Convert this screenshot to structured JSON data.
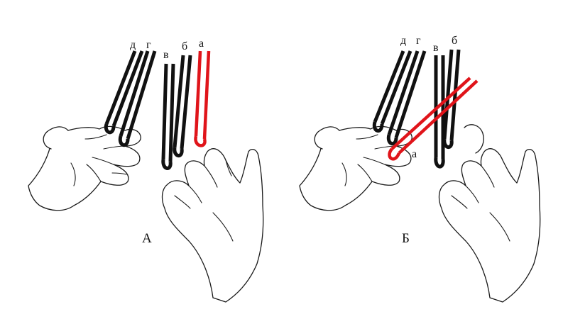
{
  "colors": {
    "strand": "#111111",
    "highlight": "#e0141a",
    "outline": "#1a1a1a",
    "background": "#ffffff"
  },
  "panels": [
    {
      "caption": "А",
      "labels": {
        "d": "д",
        "g": "г",
        "v": "в",
        "b": "б",
        "a": "а"
      }
    },
    {
      "caption": "Б",
      "labels": {
        "d": "д",
        "g": "г",
        "v": "в",
        "b": "б",
        "a": "а"
      }
    }
  ]
}
